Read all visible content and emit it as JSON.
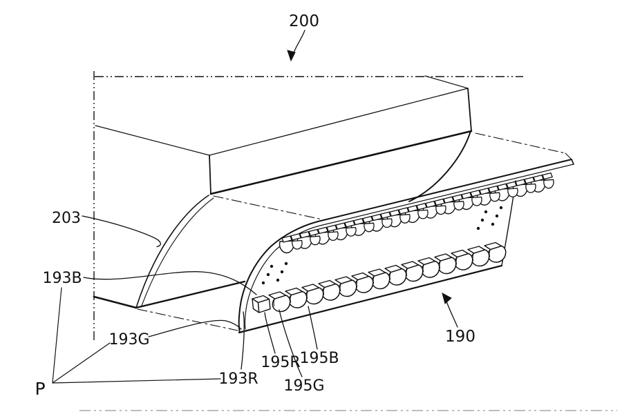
{
  "figure": {
    "type": "patent-line-drawing",
    "description": "Isometric patent figure of a display device edge with curved cover and LED rows",
    "labels": {
      "r200": "200",
      "r203": "203",
      "r193b": "193B",
      "r193g": "193G",
      "r193r": "193R",
      "r195r": "195R",
      "r195g": "195G",
      "r195b": "195B",
      "r190": "190",
      "p": "P"
    },
    "colors": {
      "line": "#111111",
      "faint_border": "#bdbdbd",
      "background": "#ffffff"
    }
  }
}
